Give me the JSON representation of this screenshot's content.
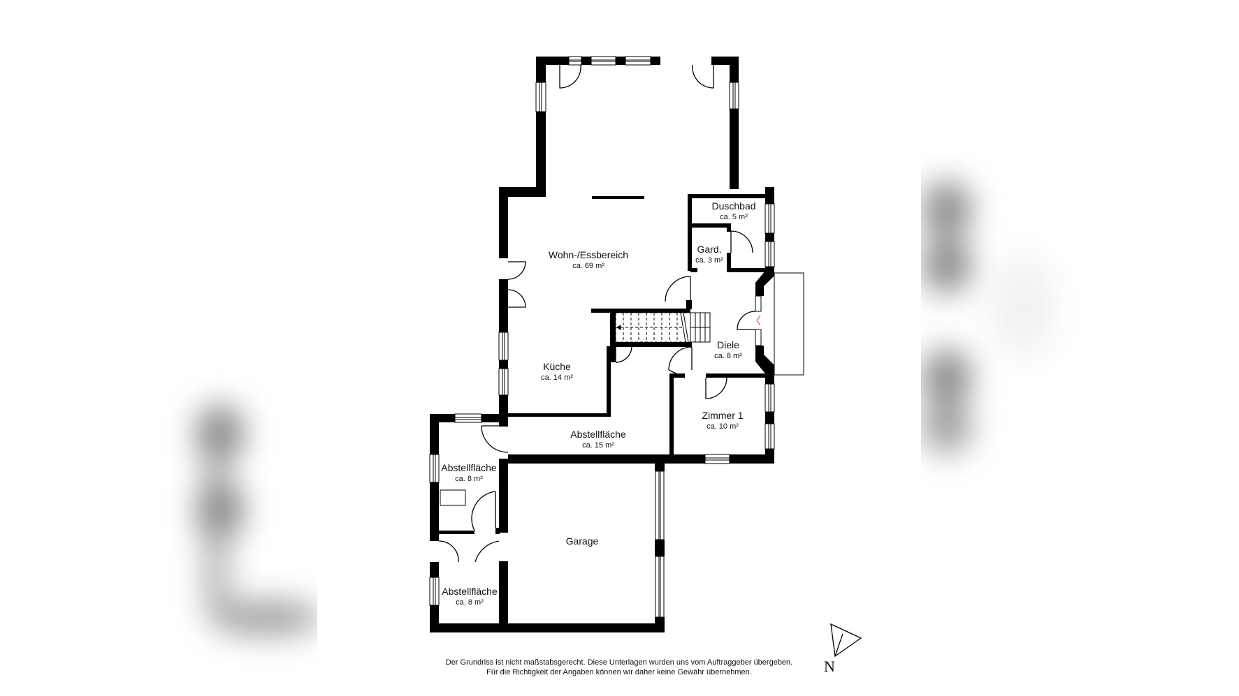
{
  "floorplan": {
    "rooms": [
      {
        "name": "Wohn-/Essbereich",
        "area": "ca. 69 m²"
      },
      {
        "name": "Duschbad",
        "area": "ca. 5 m²"
      },
      {
        "name": "Gard.",
        "area": "ca. 3 m²"
      },
      {
        "name": "Diele",
        "area": "ca. 8 m²"
      },
      {
        "name": "Küche",
        "area": "ca. 14 m²"
      },
      {
        "name": "Zimmer 1",
        "area": "ca. 10 m²"
      },
      {
        "name": "Abstellfläche",
        "area": "ca. 15 m²"
      },
      {
        "name": "Abstellfläche",
        "area": "ca. 8 m²"
      },
      {
        "name": "Garage",
        "area": ""
      },
      {
        "name": "Abstellfläche",
        "area": "ca. 8 m²"
      }
    ],
    "disclaimer": {
      "line1": "Der Grundriss ist nicht maßstabsgerecht. Diese Unterlagen wurden uns vom Auftraggeber übergeben.",
      "line2": "Für die Richtigkeit der Angaben können wir daher keine Gewähr übernehmen."
    },
    "north_arrow": {
      "label": "N",
      "icon": "north-arrow-icon"
    },
    "colors": {
      "wall": "#000000",
      "background": "#ffffff",
      "entrance_marker": "#d04040",
      "blur": "#8a8a8a"
    }
  }
}
